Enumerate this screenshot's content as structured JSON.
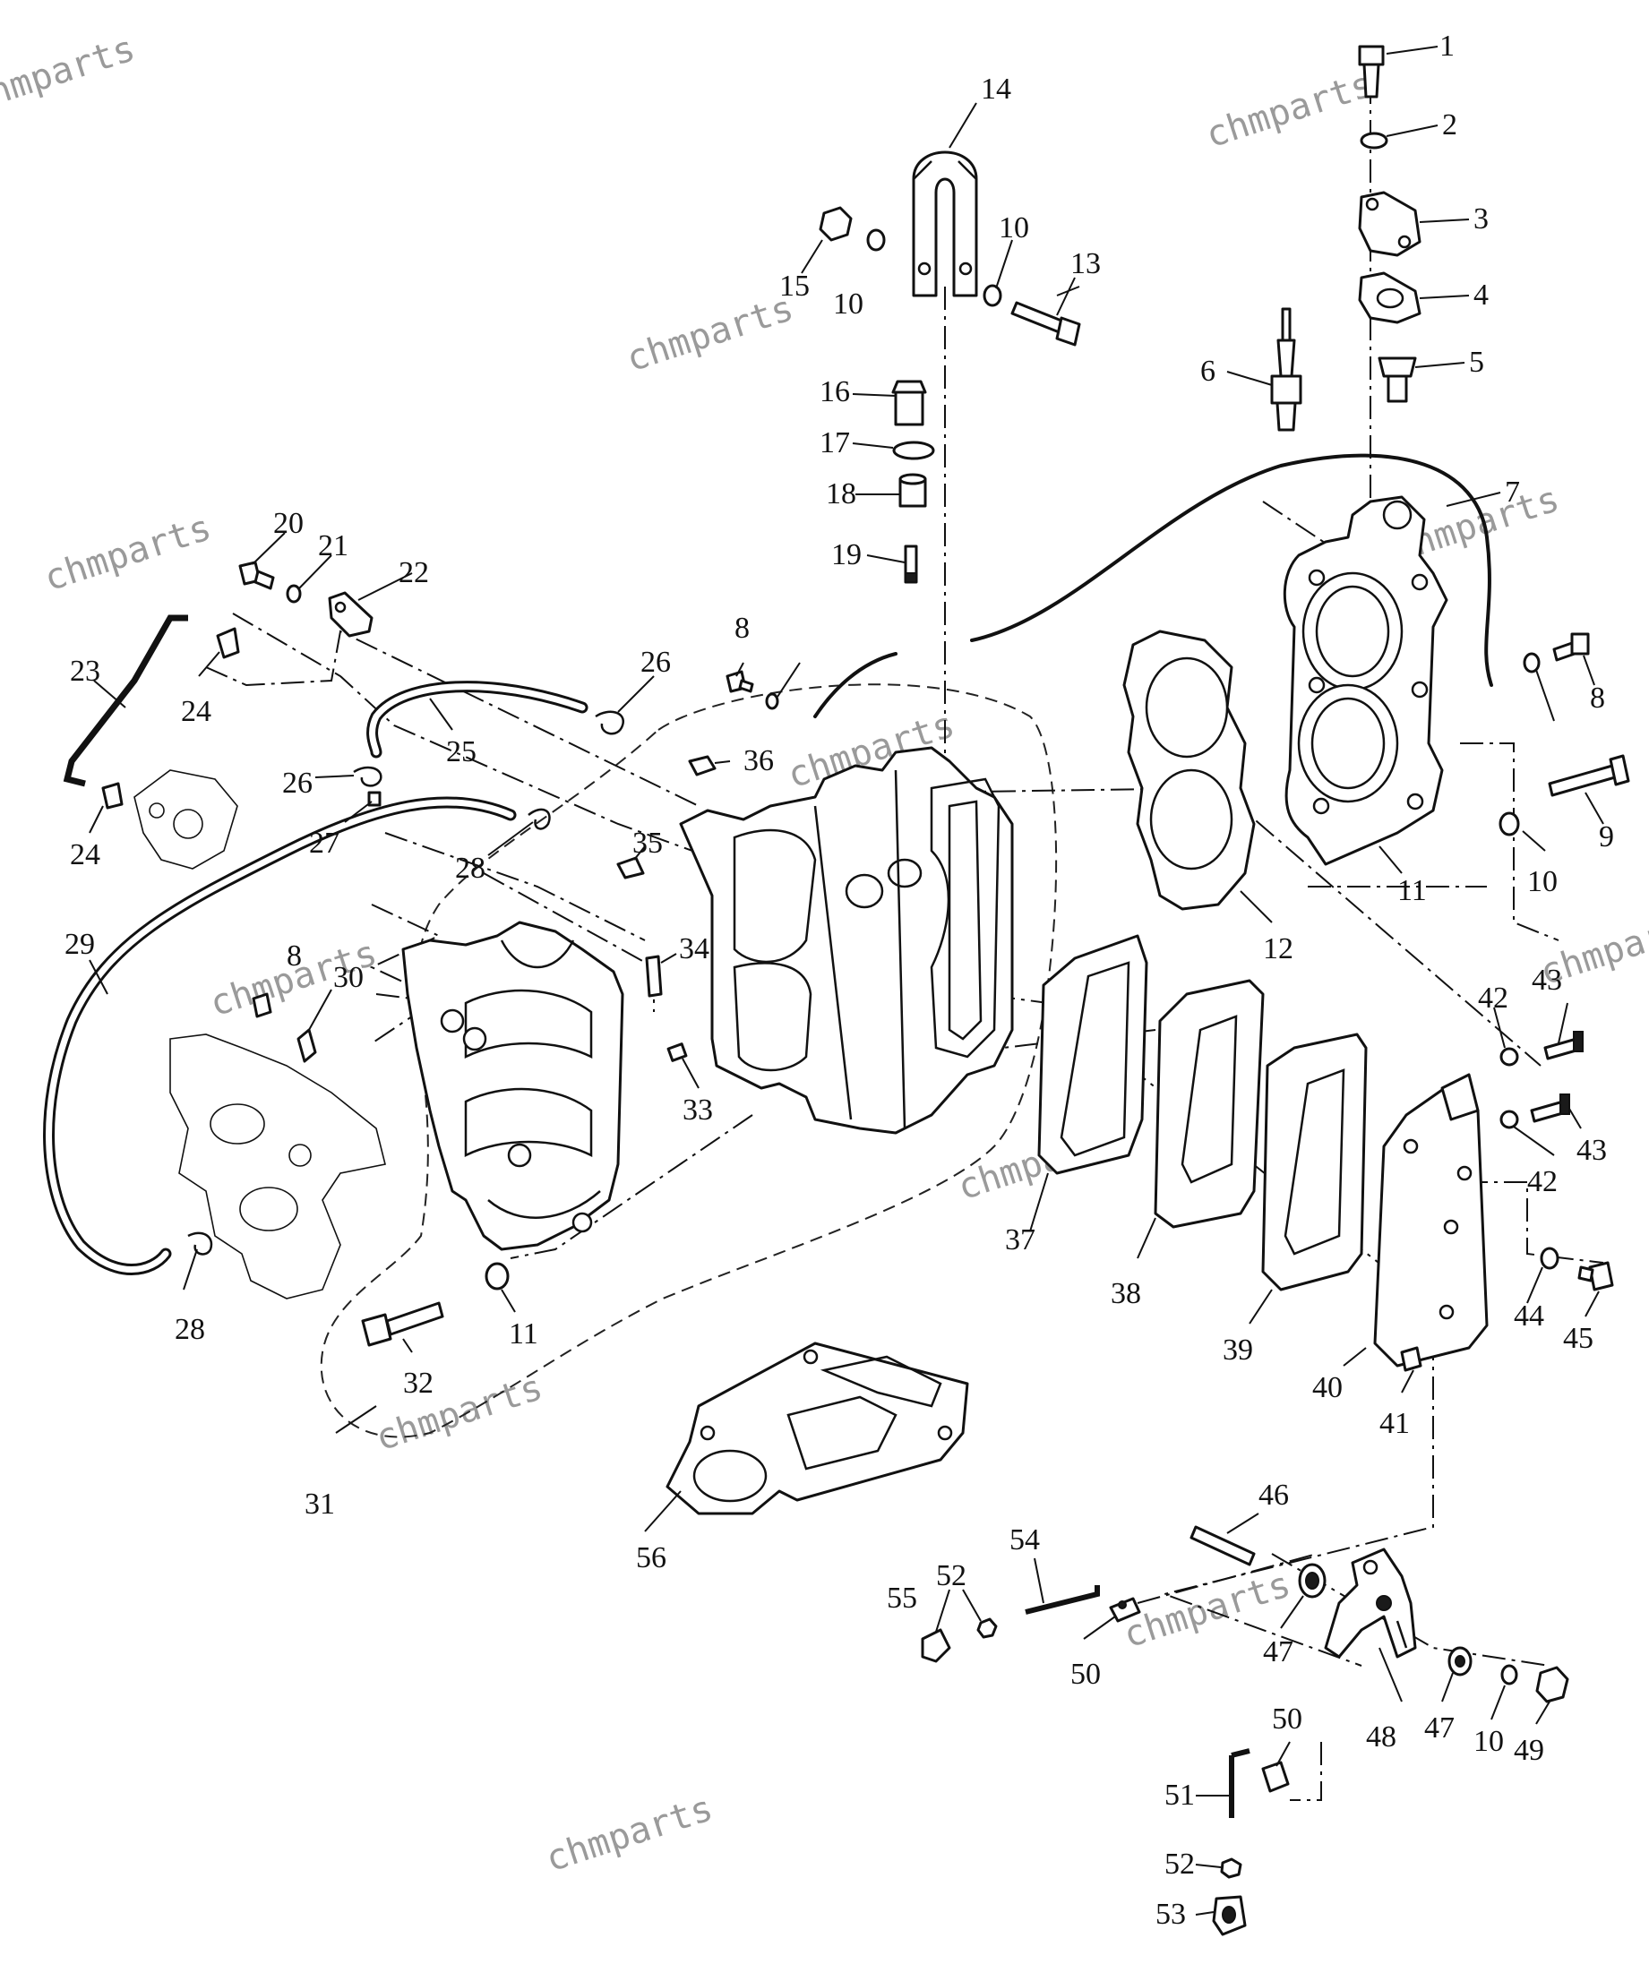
{
  "watermark": {
    "text": "chmparts",
    "color": "#9a9a9a"
  },
  "callouts": [
    {
      "id": "c1",
      "label": "1"
    },
    {
      "id": "c2",
      "label": "2"
    },
    {
      "id": "c3",
      "label": "3"
    },
    {
      "id": "c4",
      "label": "4"
    },
    {
      "id": "c5",
      "label": "5"
    },
    {
      "id": "c6",
      "label": "6"
    },
    {
      "id": "c7",
      "label": "7"
    },
    {
      "id": "c8a",
      "label": "8"
    },
    {
      "id": "c8b",
      "label": "8"
    },
    {
      "id": "c8c",
      "label": "8"
    },
    {
      "id": "c9",
      "label": "9"
    },
    {
      "id": "c10a",
      "label": "10"
    },
    {
      "id": "c10b",
      "label": "10"
    },
    {
      "id": "c10c",
      "label": "10"
    },
    {
      "id": "c10d",
      "label": "10"
    },
    {
      "id": "c11a",
      "label": "11"
    },
    {
      "id": "c11b",
      "label": "11"
    },
    {
      "id": "c12",
      "label": "12"
    },
    {
      "id": "c13",
      "label": "13"
    },
    {
      "id": "c14",
      "label": "14"
    },
    {
      "id": "c15",
      "label": "15"
    },
    {
      "id": "c16",
      "label": "16"
    },
    {
      "id": "c17",
      "label": "17"
    },
    {
      "id": "c18",
      "label": "18"
    },
    {
      "id": "c19",
      "label": "19"
    },
    {
      "id": "c20",
      "label": "20"
    },
    {
      "id": "c21",
      "label": "21"
    },
    {
      "id": "c22",
      "label": "22"
    },
    {
      "id": "c23",
      "label": "23"
    },
    {
      "id": "c24a",
      "label": "24"
    },
    {
      "id": "c24b",
      "label": "24"
    },
    {
      "id": "c25",
      "label": "25"
    },
    {
      "id": "c26a",
      "label": "26"
    },
    {
      "id": "c26b",
      "label": "26"
    },
    {
      "id": "c27",
      "label": "27"
    },
    {
      "id": "c28a",
      "label": "28"
    },
    {
      "id": "c28b",
      "label": "28"
    },
    {
      "id": "c29",
      "label": "29"
    },
    {
      "id": "c30",
      "label": "30"
    },
    {
      "id": "c31",
      "label": "31"
    },
    {
      "id": "c32",
      "label": "32"
    },
    {
      "id": "c33",
      "label": "33"
    },
    {
      "id": "c34",
      "label": "34"
    },
    {
      "id": "c35",
      "label": "35"
    },
    {
      "id": "c36",
      "label": "36"
    },
    {
      "id": "c37",
      "label": "37"
    },
    {
      "id": "c38",
      "label": "38"
    },
    {
      "id": "c39",
      "label": "39"
    },
    {
      "id": "c40",
      "label": "40"
    },
    {
      "id": "c41",
      "label": "41"
    },
    {
      "id": "c42a",
      "label": "42"
    },
    {
      "id": "c42b",
      "label": "42"
    },
    {
      "id": "c43a",
      "label": "43"
    },
    {
      "id": "c43b",
      "label": "43"
    },
    {
      "id": "c44",
      "label": "44"
    },
    {
      "id": "c45",
      "label": "45"
    },
    {
      "id": "c46",
      "label": "46"
    },
    {
      "id": "c47a",
      "label": "47"
    },
    {
      "id": "c47b",
      "label": "47"
    },
    {
      "id": "c48",
      "label": "48"
    },
    {
      "id": "c49",
      "label": "49"
    },
    {
      "id": "c50a",
      "label": "50"
    },
    {
      "id": "c50b",
      "label": "50"
    },
    {
      "id": "c51",
      "label": "51"
    },
    {
      "id": "c52a",
      "label": "52"
    },
    {
      "id": "c52b",
      "label": "52"
    },
    {
      "id": "c53",
      "label": "53"
    },
    {
      "id": "c54",
      "label": "54"
    },
    {
      "id": "c55",
      "label": "55"
    },
    {
      "id": "c56",
      "label": "56"
    }
  ]
}
